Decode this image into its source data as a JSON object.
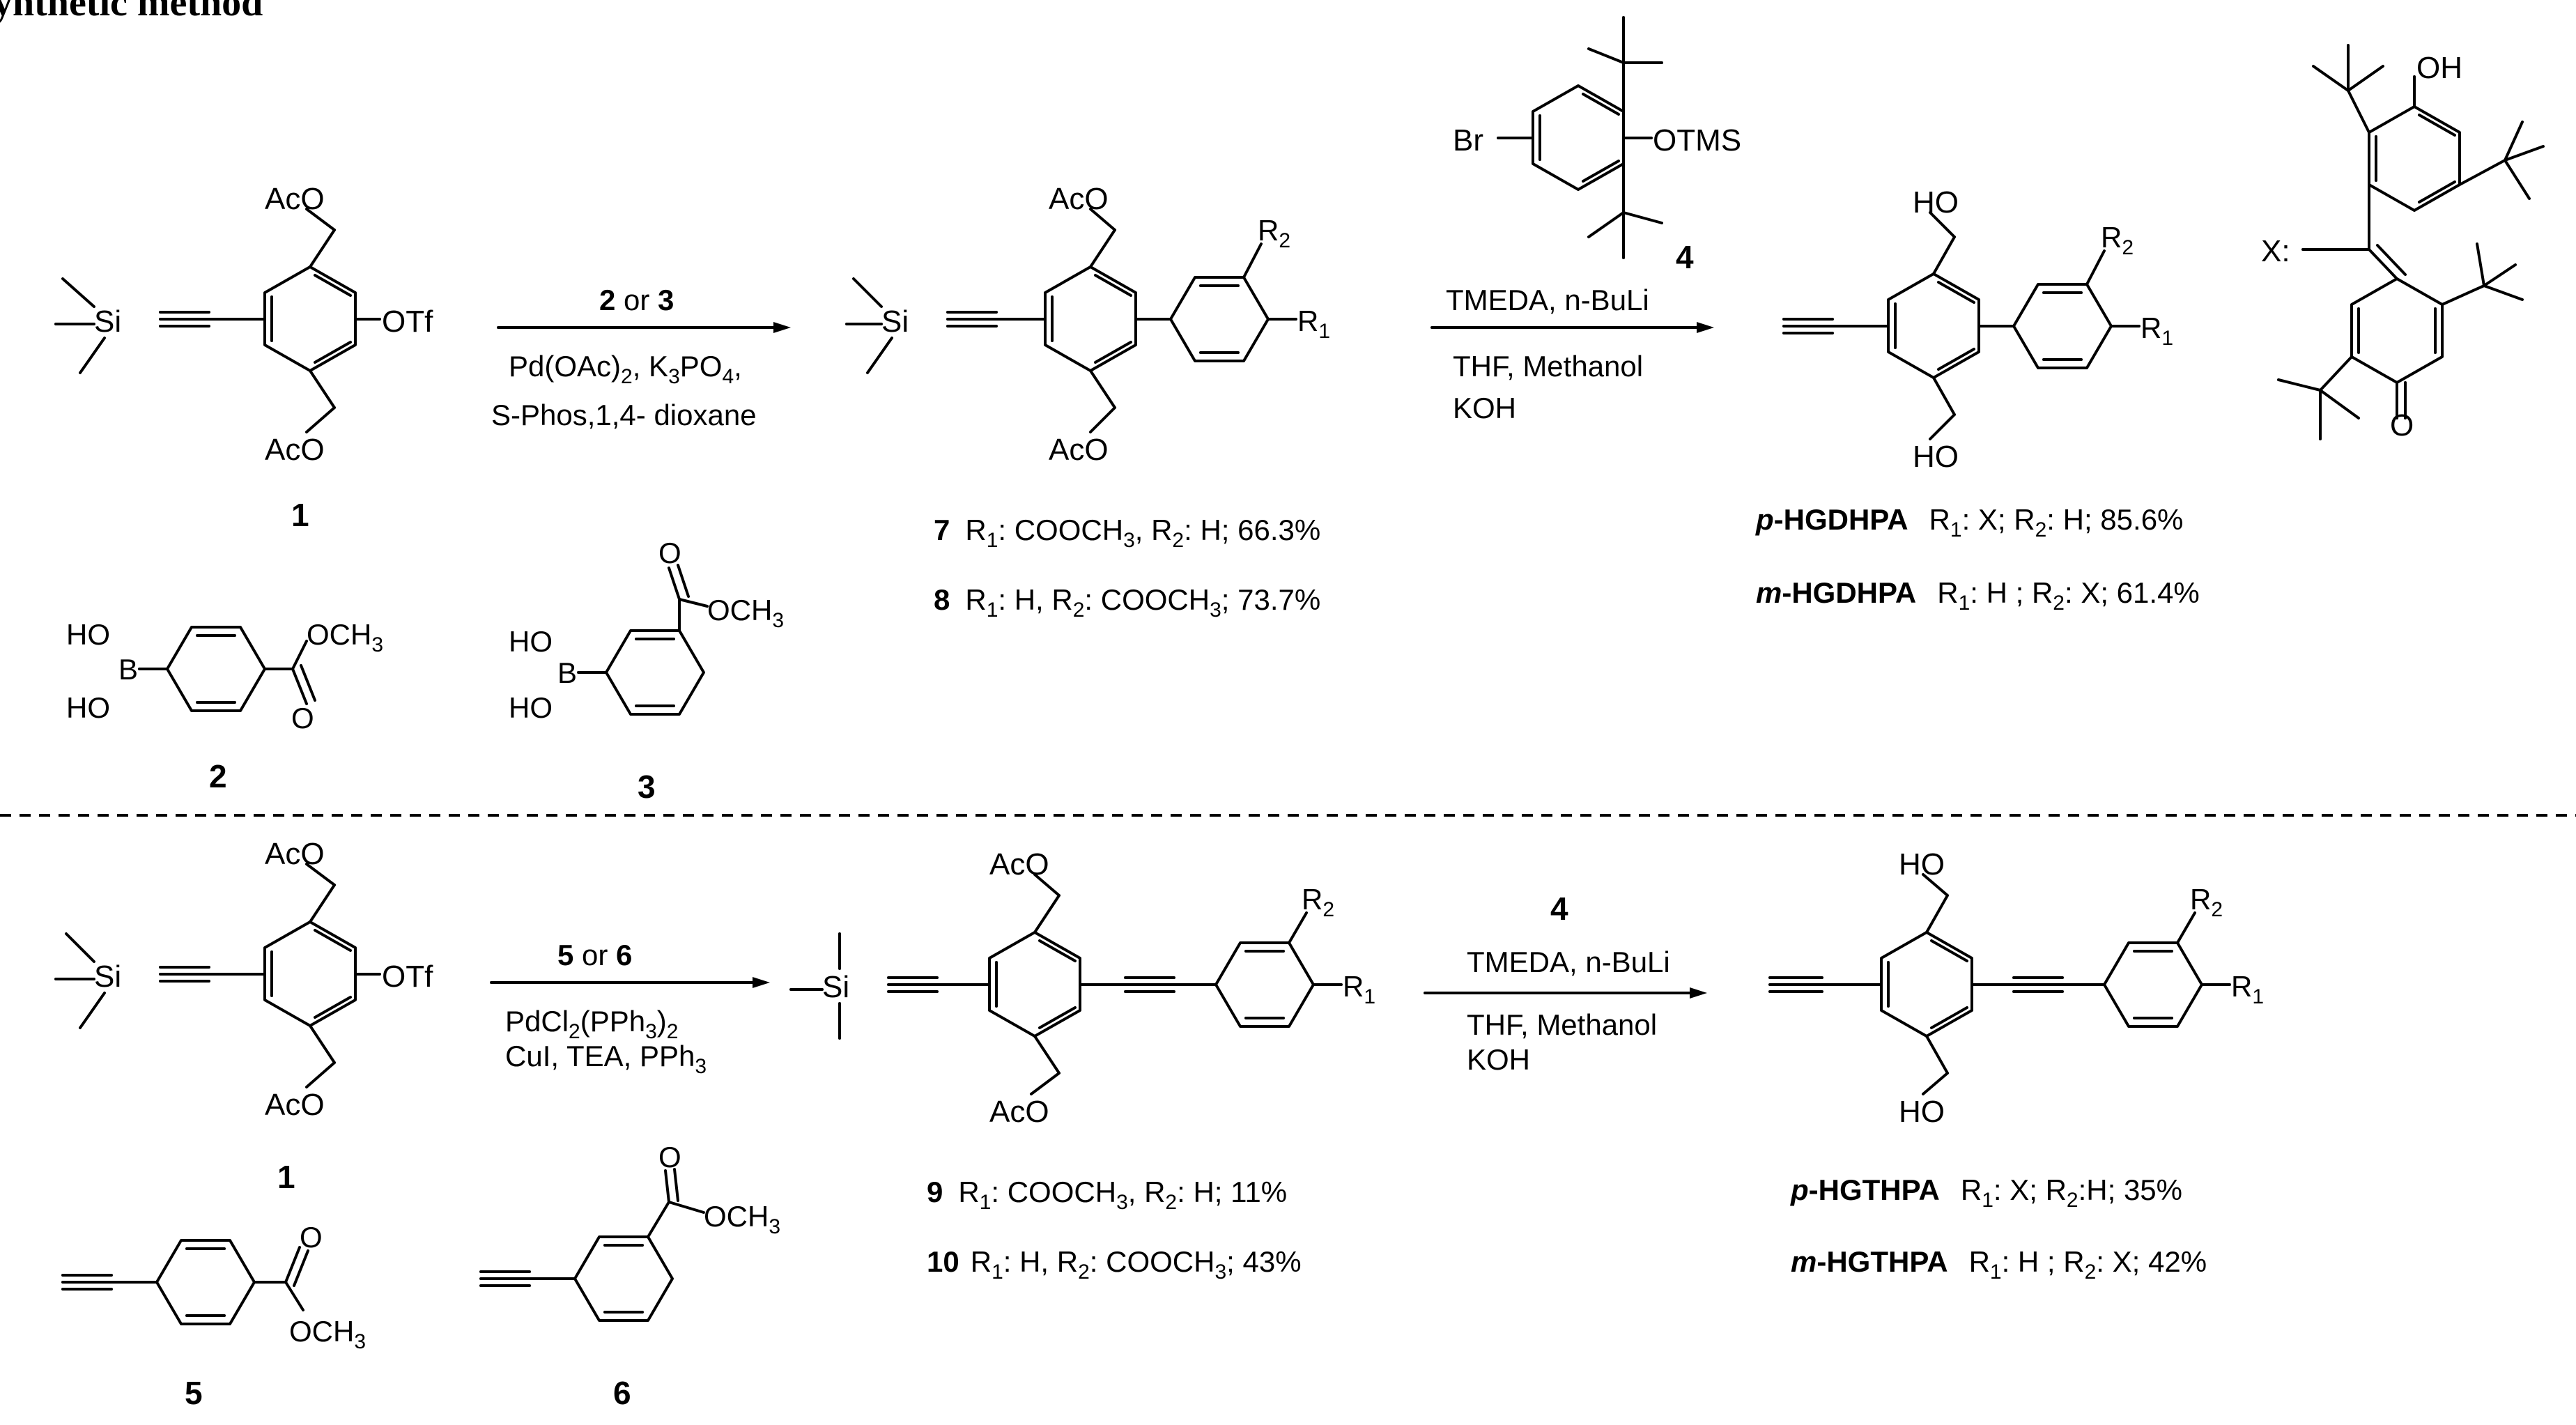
{
  "header_fragment": "ynthetic method",
  "atoms": {
    "AcO": "AcO",
    "HO": "HO",
    "OTf": "OTf",
    "Si": "Si",
    "OTMS": "OTMS",
    "Br": "Br",
    "OH": "OH",
    "O": "O",
    "OCH3": "OCH",
    "CH3_sub": "3",
    "B": "B",
    "R": "R",
    "sub1": "1",
    "sub2": "2",
    "X_label": "X:"
  },
  "compounds": {
    "c1": "1",
    "c2": "2",
    "c3": "3",
    "c4": "4",
    "c5": "5",
    "c6": "6"
  },
  "top": {
    "arrow1": {
      "reagents_a": "2",
      "reagents_or": " or ",
      "reagents_b": "3",
      "line2": "Pd(OAc)",
      "line2_sub": "2",
      "line2_tail": ", K",
      "line2_sub2": "3",
      "line2_tail2": "PO",
      "line2_sub3": "4",
      "line2_end": ",",
      "line3": "S-Phos,1,4- dioxane"
    },
    "arrow2": {
      "reagent_num": "4",
      "line1": "TMEDA, n-BuLi",
      "line2": "THF, Methanol",
      "line3": "KOH"
    },
    "products_mid": [
      {
        "num": "7",
        "text": "R",
        "s1": "1",
        "t1": ": COOCH",
        "s2": "3",
        "t2": ", R",
        "s3": "2",
        "t3": ": H; 66.3%"
      },
      {
        "num": "8",
        "text": "R",
        "s1": "1",
        "t1": ": H,   R",
        "s2": "2",
        "t2": ": COOCH",
        "s3": "3",
        "t3": "; 73.7%"
      }
    ],
    "products_final": [
      {
        "name": "p-HGDHPA",
        "prefix": "p",
        "rest": "-HGDHPA",
        "a": "R",
        "s1": "1",
        "b": ": X;    R",
        "s2": "2",
        "c": ": H; 85.6%"
      },
      {
        "name": "m-HGDHPA",
        "prefix": "m",
        "rest": "-HGDHPA",
        "a": "R",
        "s1": "1",
        "b": ": H ;  R",
        "s2": "2",
        "c": ": X; 61.4%"
      }
    ]
  },
  "bottom": {
    "arrow1": {
      "reagents_a": "5",
      "reagents_or": " or ",
      "reagents_b": "6",
      "line2": "PdCl",
      "line2_sub": "2",
      "line2_tail": "(PPh",
      "line2_sub2": "3",
      "line2_end": ")",
      "line2_sub3": "2",
      "line3": "CuI, TEA, PPh",
      "line3_sub": "3"
    },
    "arrow2": {
      "reagent_num": "4",
      "line1": "TMEDA, n-BuLi",
      "line2": "THF, Methanol",
      "line3": "KOH"
    },
    "products_mid": [
      {
        "num": "9",
        "text": "R",
        "s1": "1",
        "t1": ":  COOCH",
        "s2": "3",
        "t2": ", R",
        "s3": "2",
        "t3": ": H; 11%"
      },
      {
        "num": "10",
        "text": "R",
        "s1": "1",
        "t1": ": H,  R",
        "s2": "2",
        "t2": ": COOCH",
        "s3": "3",
        "t3": "; 43%"
      }
    ],
    "products_final": [
      {
        "name": "p-HGTHPA",
        "prefix": "p",
        "rest": "-HGTHPA",
        "a": "R",
        "s1": "1",
        "b": ": X;    R",
        "s2": "2",
        "c": ":H; 35%"
      },
      {
        "name": "m-HGTHPA",
        "prefix": "m",
        "rest": "-HGTHPA",
        "a": "R",
        "s1": "1",
        "b": ": H ;  R",
        "s2": "2",
        "c": ": X; 42%"
      }
    ]
  }
}
